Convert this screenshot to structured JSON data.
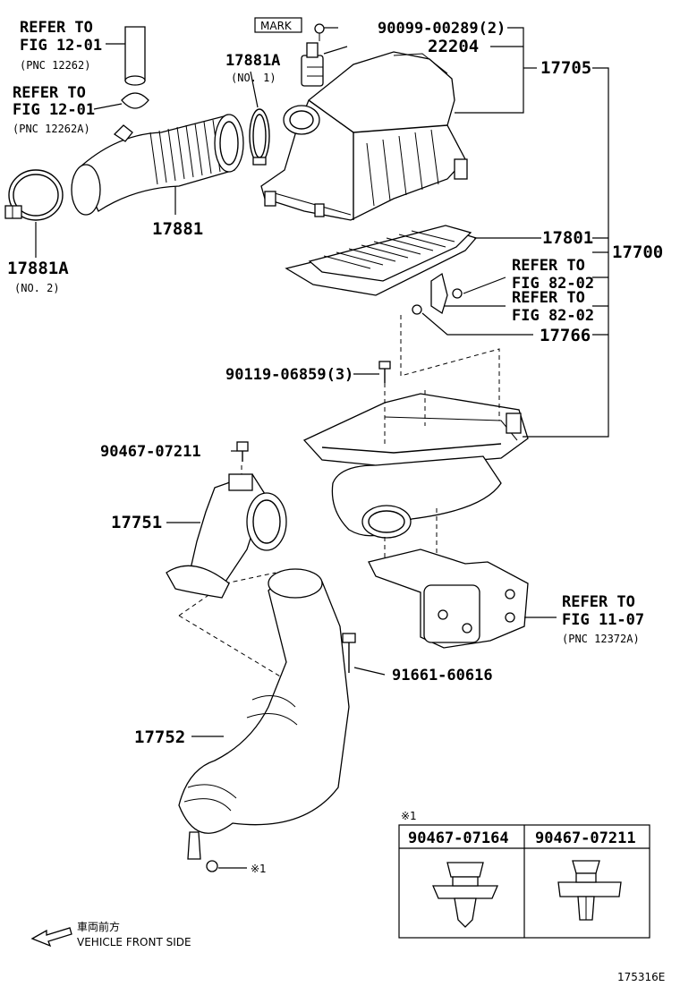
{
  "mark_label": "MARK",
  "callouts": {
    "bolt_90099": "90099-00289(2)",
    "sensor_22204": "22204",
    "assy_17705": "17705",
    "hose_clamp_no1": "17881A",
    "hose_clamp_no1_sub": "(NO. 1)",
    "hose_17881": "17881",
    "clamp_no2": "17881A",
    "clamp_no2_sub": "(NO. 2)",
    "element_17801": "17801",
    "assy_17700": "17700",
    "bracket_17766": "17766",
    "bolt_90119": "90119-06859(3)",
    "clip_90467": "90467-07211",
    "duct_17751": "17751",
    "bolt_91661": "91661-60616",
    "duct_17752": "17752",
    "note_ref": "※1",
    "drawing_no": "175316E"
  },
  "references": {
    "ref1_l1": "REFER TO",
    "ref1_l2": "FIG 12-01",
    "ref1_l3": "(PNC 12262)",
    "ref2_l1": "REFER TO",
    "ref2_l2": "FIG 12-01",
    "ref2_l3": "(PNC 12262A)",
    "ref3_l1": "REFER TO",
    "ref3_l2": "FIG 82-02",
    "ref4_l1": "REFER TO",
    "ref4_l2": "FIG 82-02",
    "ref5_l1": "REFER TO",
    "ref5_l2": "FIG 11-07",
    "ref5_l3": "(PNC 12372A)"
  },
  "legend_table": {
    "title": "※1",
    "columns": [
      "90467-07164",
      "90467-07211"
    ]
  },
  "direction": {
    "jp": "車両前方",
    "en": "VEHICLE FRONT SIDE"
  }
}
